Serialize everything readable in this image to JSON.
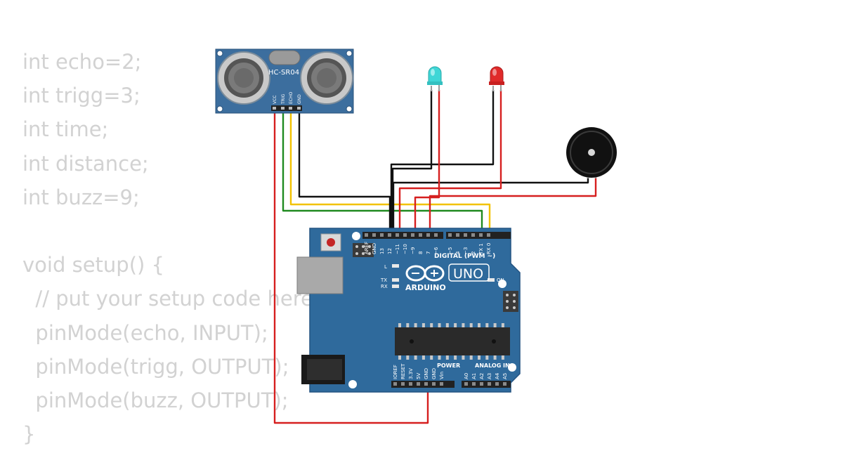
{
  "code_lines": [
    "int echo=2;",
    "int trigg=3;",
    "int time;",
    "int distance;",
    "int buzz=9;",
    "",
    "void setup() {",
    "  // put your setup code here",
    "  pinMode(echo, INPUT);",
    "  pinMode(trigg, OUTPUT);",
    "  pinMode(buzz, OUTPUT);",
    "}"
  ],
  "sensor": {
    "name": "HC-SR04",
    "pins": [
      "VCC",
      "TRIG",
      "ECHO",
      "GND"
    ]
  },
  "board": {
    "name": "UNO",
    "brand": "ARDUINO",
    "digital_label": "DIGITAL (PWM ~)",
    "digital_pins": [
      "AREF",
      "GND",
      "13",
      "12",
      "~11",
      "~10",
      "~9",
      "8",
      "7",
      "~6",
      "~5",
      "4",
      "~3",
      "2",
      "TX 1",
      "RX 0"
    ],
    "power_label": "POWER",
    "power_pins": [
      "IOREF",
      "RESET",
      "3.3V",
      "5V",
      "GND",
      "GND",
      "Vin"
    ],
    "analog_label": "ANALOG IN",
    "analog_pins": [
      "A0",
      "A1",
      "A2",
      "A3",
      "A4",
      "A5"
    ],
    "led_l": "L",
    "led_tx": "TX",
    "led_rx": "RX",
    "on_label": "ON"
  },
  "components": {
    "led_cyan_color": "#3fd6d6",
    "led_red_color": "#e02a2a",
    "buzzer_color": "#111111"
  },
  "wire_colors": {
    "red": "#d61f1f",
    "black": "#111111",
    "yellow": "#f2c200",
    "green": "#1f8a1f"
  },
  "board_color": "#2f6a9c",
  "sensor_color": "#3c6e9e"
}
